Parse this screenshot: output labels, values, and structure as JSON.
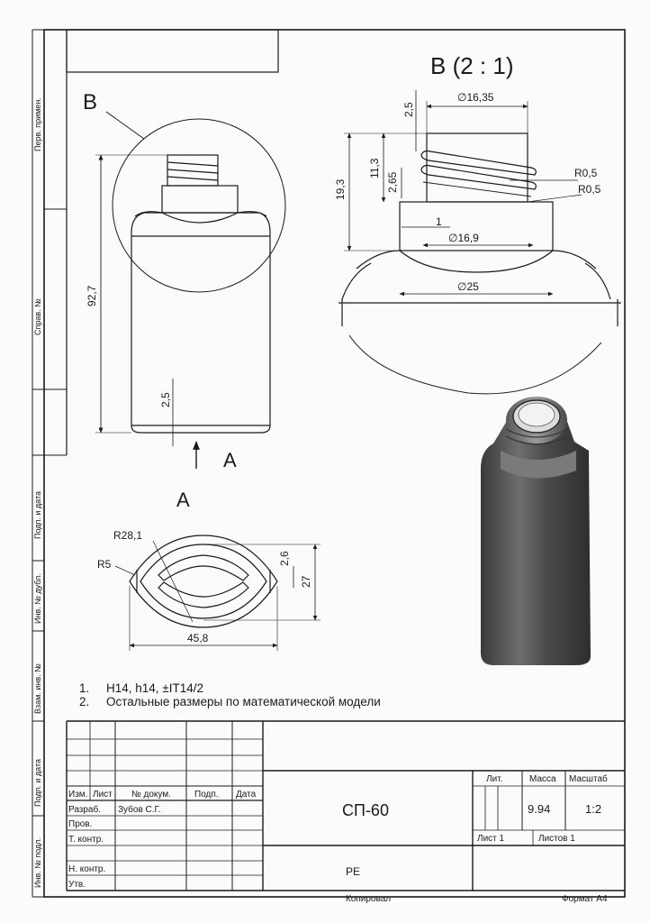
{
  "side_labels": {
    "perv_primen": "Перв. примен.",
    "sprav_no": "Справ. №",
    "podp_data_1": "Подп. и дата",
    "inv_dubl": "Инв. № дубл.",
    "vzam_inv": "Взам. инв. №",
    "podp_data_2": "Подп. и дата",
    "inv_podl": "Инв. № подл."
  },
  "views": {
    "detail_b_title": "В (2 : 1)",
    "detail_marker": "В",
    "section_arrow_1": "А",
    "section_arrow_2": "А"
  },
  "dimensions": {
    "main_height": "92,7",
    "base_2_5": "2,5",
    "neck_top_2_5": "2,5",
    "d16_35": "∅16,35",
    "h11_3": "11,3",
    "h19_3": "19,3",
    "h2_65": "2,65",
    "r0_5_a": "R0,5",
    "r0_5_b": "R0,5",
    "w1": "1",
    "d16_9": "∅16,9",
    "d25": "∅25",
    "r28_1": "R28,1",
    "r5": "R5",
    "h2_6": "2,6",
    "h27": "27",
    "w45_8": "45,8"
  },
  "notes": [
    {
      "num": "1.",
      "text": "H14, h14, ±IT14/2"
    },
    {
      "num": "2.",
      "text": "Остальные размеры по математической модели"
    }
  ],
  "title_block": {
    "hdr_izm": "Изм.",
    "hdr_list": "Лист",
    "hdr_dokum": "№ докум.",
    "hdr_podp": "Подп.",
    "hdr_data": "Дата",
    "razrab_label": "Разраб.",
    "razrab_name": "Зубов С.Г.",
    "prov_label": "Пров.",
    "tkontr_label": "Т. контр.",
    "nkontr_label": "Н. контр.",
    "utv_label": "Утв.",
    "designation": "СП-60",
    "material": "РЕ",
    "lit_label": "Лит.",
    "massa_label": "Масса",
    "masshtab_label": "Масштаб",
    "massa_value": "9.94",
    "masshtab_value": "1:2",
    "list_label": "Лист 1",
    "listov_label": "Листов 1",
    "kopiroval": "Копировал",
    "format": "Формат А4"
  },
  "colors": {
    "ink": "#1a1a1a",
    "paper": "#fbfbfb",
    "render_dark": "#3e3e3e",
    "render_light": "#8a8a8a"
  }
}
